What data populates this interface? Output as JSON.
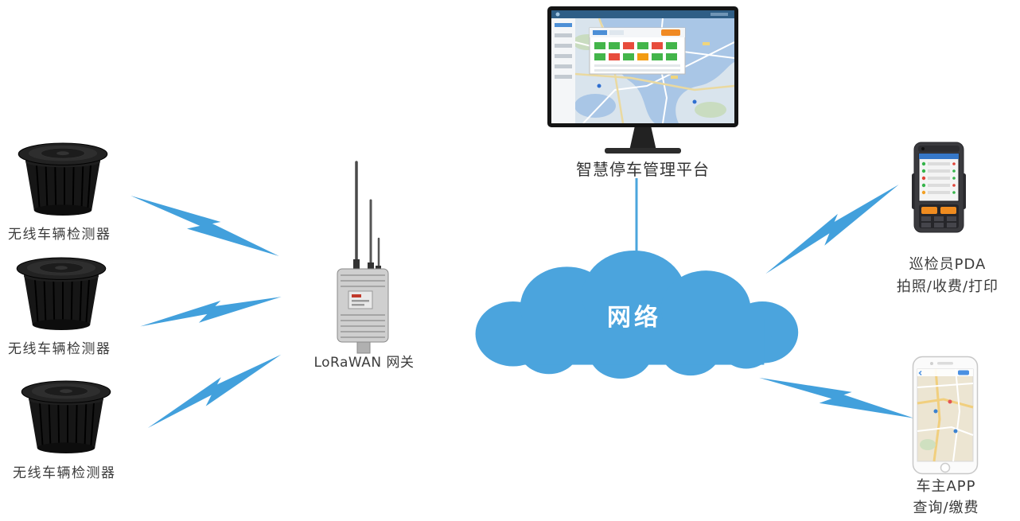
{
  "diagram": {
    "background": "#ffffff",
    "accent_color": "#42A0DC",
    "cloud_color": "#4BA4DD",
    "nodes": {
      "detector_1": {
        "label": "无线车辆检测器"
      },
      "detector_2": {
        "label": "无线车辆检测器"
      },
      "detector_3": {
        "label": "无线车辆检测器"
      },
      "gateway": {
        "label": "LoRaWAN 网关"
      },
      "platform": {
        "label": "智慧停车管理平台"
      },
      "network_cloud": {
        "label": "网络"
      },
      "pda": {
        "title": "巡检员PDA",
        "subtitle": "拍照/收费/打印"
      },
      "owner_app": {
        "title": "车主APP",
        "subtitle": "查询/缴费"
      }
    }
  }
}
